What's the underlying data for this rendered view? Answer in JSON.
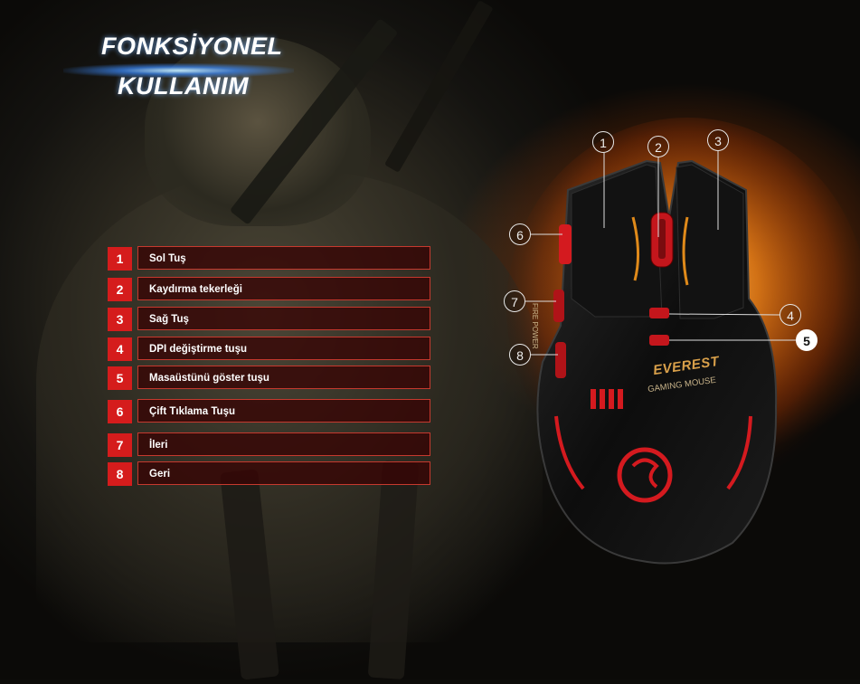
{
  "title": {
    "line1": "FONKSİYONEL",
    "line2": "KULLANIM"
  },
  "features": [
    {
      "num": "1",
      "label": "Sol Tuş"
    },
    {
      "num": "2",
      "label": "Kaydırma tekerleği"
    },
    {
      "num": "3",
      "label": "Sağ Tuş"
    },
    {
      "num": "4",
      "label": "DPI değiştirme tuşu"
    },
    {
      "num": "5",
      "label": "Masaüstünü göster tuşu"
    },
    {
      "num": "6",
      "label": "Çift Tıklama Tuşu"
    },
    {
      "num": "7",
      "label": "İleri"
    },
    {
      "num": "8",
      "label": "Geri"
    }
  ],
  "mouse": {
    "brand": "EVEREST",
    "model": "GAMING MOUSE",
    "side_label": "FIRE POWER",
    "callouts": [
      "1",
      "2",
      "3",
      "4",
      "5",
      "6",
      "7",
      "8"
    ]
  },
  "colors": {
    "accent": "#d51c1c",
    "box_border": "#c6392e",
    "box_fill": "#370404"
  }
}
